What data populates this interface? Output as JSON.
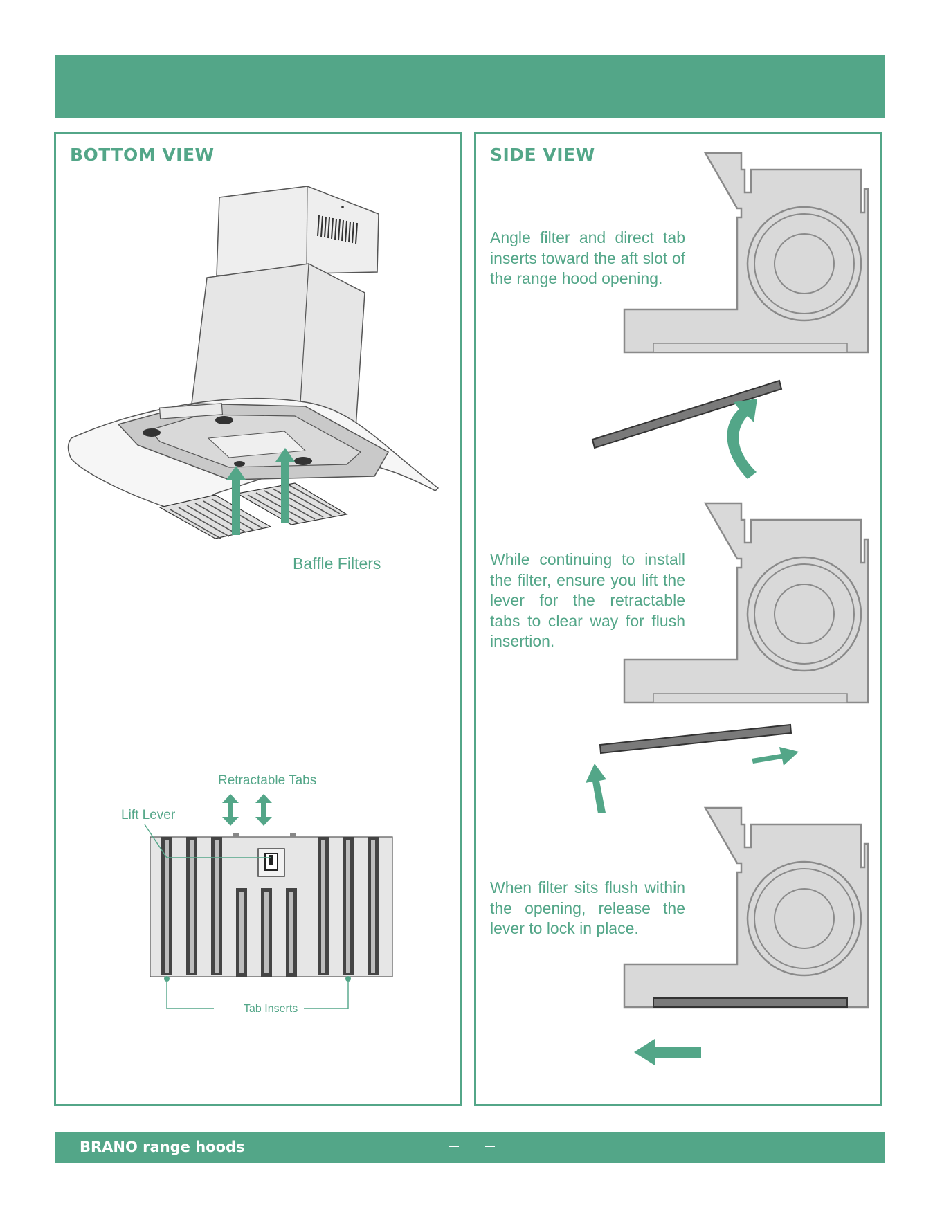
{
  "colors": {
    "accent": "#53a688",
    "hood_fill": "#d9d9d9",
    "hood_stroke": "#8a8a8a",
    "filter_fill": "#7a7a7a"
  },
  "left_panel": {
    "title": "BOTTOM VIEW",
    "baffle_filters_label": "Baffle Filters",
    "retractable_tabs_label": "Retractable Tabs",
    "lift_lever_label": "Lift Lever",
    "tab_inserts_label": "Tab Inserts"
  },
  "right_panel": {
    "title": "SIDE VIEW",
    "steps": [
      {
        "text": "Angle filter and direct tab inserts toward the aft slot of the range hood opening."
      },
      {
        "text": "While continuing to install the filter, ensure you lift the lever for the retractable tabs to clear way for flush insertion."
      },
      {
        "text": "When filter sits flush within the opening, release the lever to lock in place."
      }
    ]
  },
  "footer": {
    "brand": "BRANO range hoods"
  }
}
